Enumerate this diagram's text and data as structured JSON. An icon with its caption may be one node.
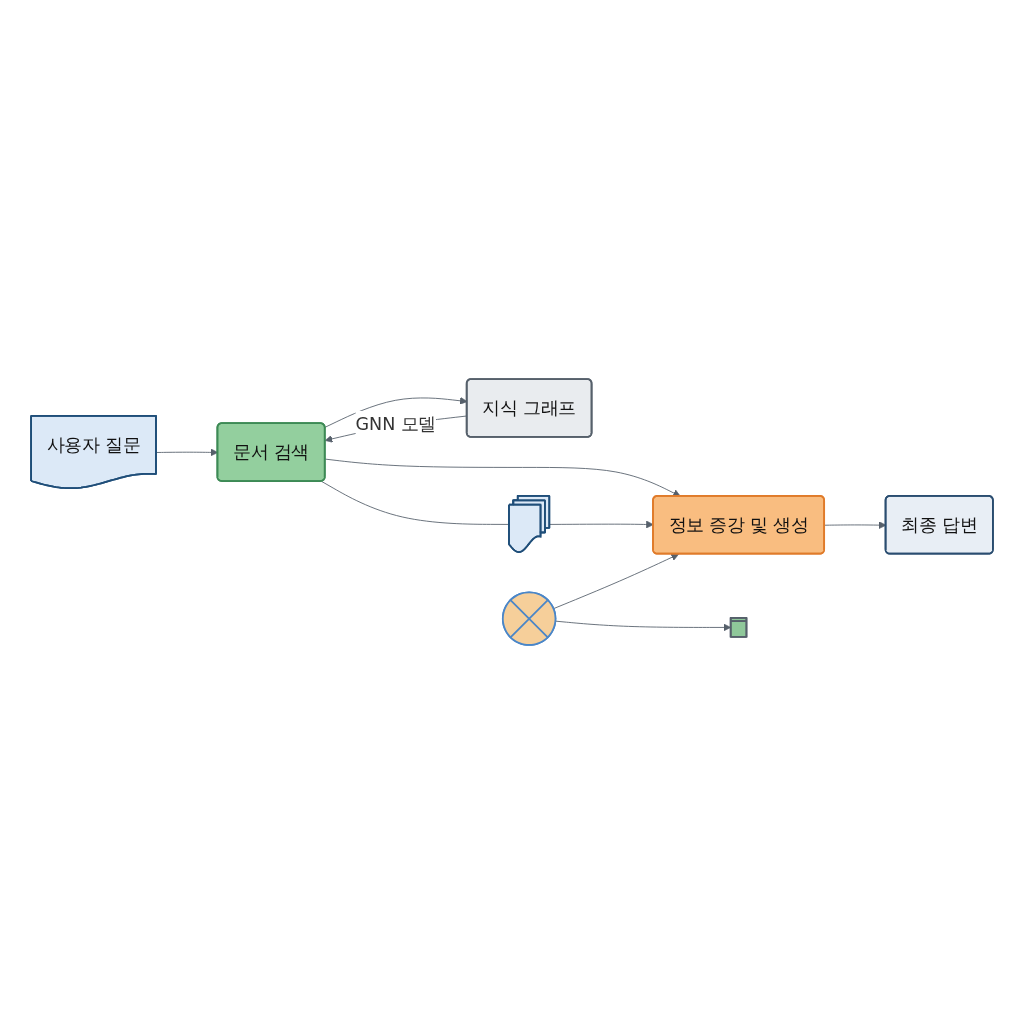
{
  "diagram": {
    "nodes": [
      {
        "text": [
          "사용자 질문"
        ]
      },
      {
        "text": [
          "지식 그래프"
        ]
      },
      {
        "text": [
          "문서 검색"
        ]
      },
      {
        "text": [
          "정보 증강 및 생성"
        ]
      },
      {
        "text": [
          "최종 답변"
        ]
      },
      {
        "text": [],
        "shape": "picture"
      },
      {
        "text": [],
        "shape": "picture"
      },
      {
        "text": [],
        "shape": "bar"
      }
    ],
    "edges": [
      {
        "from": 0,
        "to": 2,
        "arrow": "to"
      },
      {
        "from": 2,
        "to": 1,
        "arrow": "to"
      },
      {
        "from": 1,
        "to": 2,
        "arrow": "to",
        "label": "GNN 모델"
      },
      {
        "from": 2,
        "to": 3,
        "arrow": "to"
      },
      {
        "from": 3,
        "to": 4,
        "arrow": "to"
      },
      {
        "from": 2,
        "to": 5,
        "arrow": "none"
      },
      {
        "from": 5,
        "to": 3,
        "arrow": "to"
      },
      {
        "from": 6,
        "to": 7,
        "arrow": "to"
      },
      {
        "from": 6,
        "to": 3,
        "arrow": "to"
      }
    ]
  }
}
